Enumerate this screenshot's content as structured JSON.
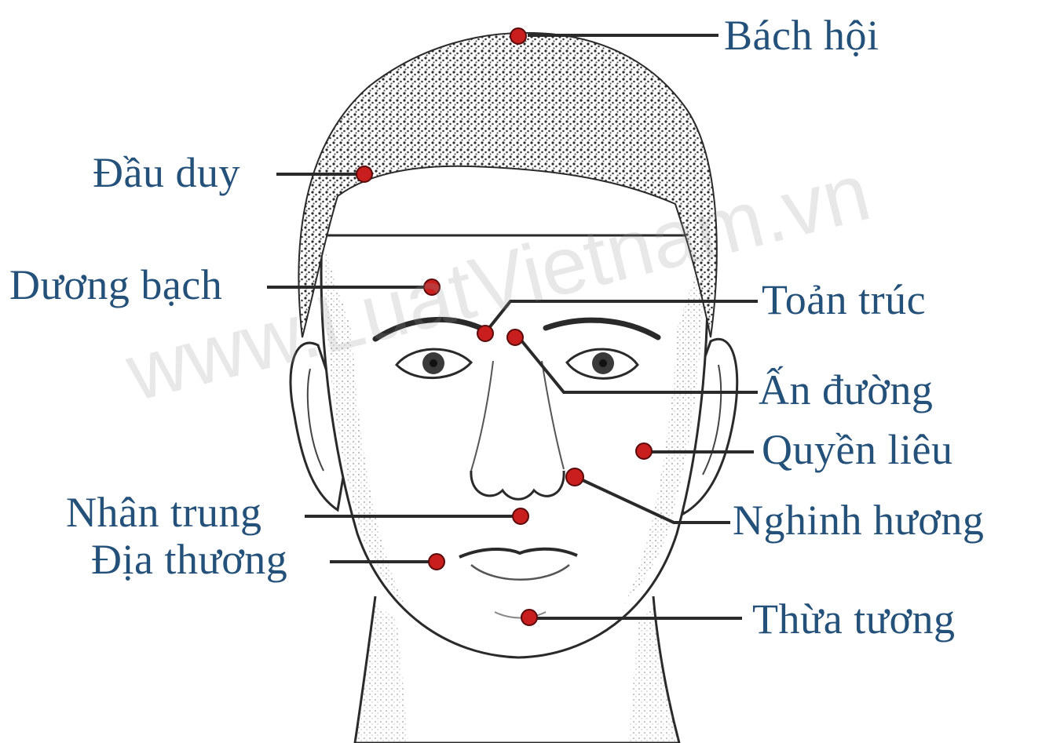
{
  "watermark": "www.LuatVietnam.vn",
  "colors": {
    "label": "#24517a",
    "point": "#c81e1e",
    "leader": "#2a2a2a",
    "line_art": "#1a1a1a"
  },
  "points": [
    {
      "id": "bach-hoi",
      "label": "Bách hội"
    },
    {
      "id": "dau-duy",
      "label": "Đầu duy"
    },
    {
      "id": "duong-bach",
      "label": "Dương bạch"
    },
    {
      "id": "toan-truc",
      "label": "Toản trúc"
    },
    {
      "id": "an-duong",
      "label": "Ấn đường"
    },
    {
      "id": "quyen-lieu",
      "label": "Quyền liêu"
    },
    {
      "id": "nhan-trung",
      "label": "Nhân trung"
    },
    {
      "id": "nghinh-huong",
      "label": "Nghinh hương"
    },
    {
      "id": "dia-thuong",
      "label": "Địa thương"
    },
    {
      "id": "thua-tuong",
      "label": "Thừa tương"
    }
  ]
}
